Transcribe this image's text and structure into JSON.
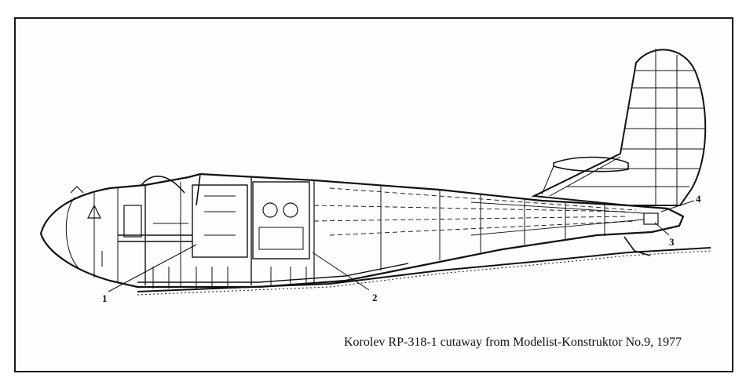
{
  "caption": "Korolev RP-318-1 cutaway from Modelist-Konstruktor No.9, 1977",
  "callouts": [
    {
      "id": "1",
      "text": "1"
    },
    {
      "id": "2",
      "text": "2"
    },
    {
      "id": "3",
      "text": "3"
    },
    {
      "id": "4",
      "text": "4"
    }
  ],
  "colors": {
    "ink": "#111111",
    "paper": "#fdfdfd"
  }
}
